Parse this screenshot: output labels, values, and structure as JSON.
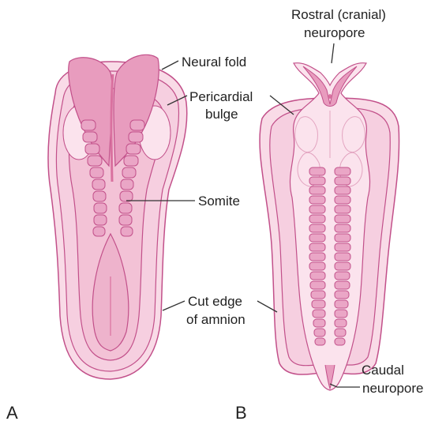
{
  "panels": {
    "a": {
      "letter": "A"
    },
    "b": {
      "letter": "B"
    }
  },
  "labels": {
    "neural_fold": "Neural fold",
    "pericardial_bulge_1": "Pericardial",
    "pericardial_bulge_2": "bulge",
    "somite": "Somite",
    "cut_edge_1": "Cut edge",
    "cut_edge_2": "of amnion",
    "rostral_1": "Rostral (cranial)",
    "rostral_2": "neuropore",
    "caudal_1": "Caudal",
    "caudal_2": "neuropore"
  },
  "colors": {
    "outline": "#c2508a",
    "amnion_outer": "#f9dbe7",
    "amnion_inner": "#f6cfe0",
    "body": "#f3c2d6",
    "neural_fold": "#e89cbe",
    "neural_groove": "#d9719f",
    "somite": "#eaa6c6",
    "light": "#fbe3ed"
  }
}
